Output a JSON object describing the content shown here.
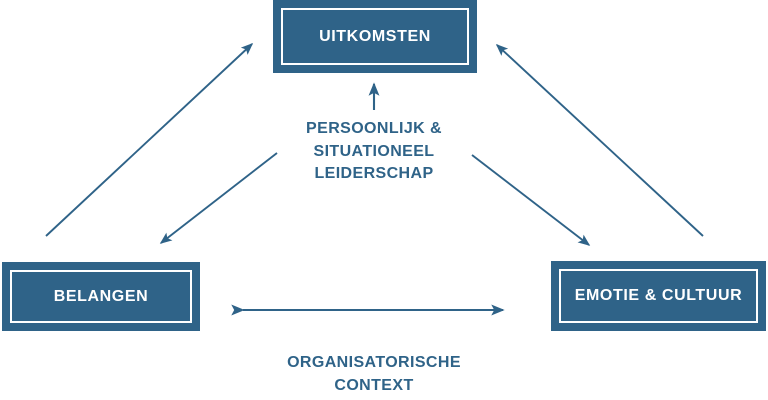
{
  "diagram": {
    "title_text": "",
    "accent_color": "#2f6388",
    "background_color": "#ffffff",
    "nodes": [
      {
        "id": "uitkomsten",
        "label": "UITKOMSTEN",
        "position": "top"
      },
      {
        "id": "belangen",
        "label": "BELANGEN",
        "position": "bottom-left"
      },
      {
        "id": "emotie_cultuur",
        "label": "EMOTIE & CULTUUR",
        "position": "bottom-right"
      }
    ],
    "captions": {
      "center": "PERSOONLIJK &\nSITUATIONEEL\nLEIDERSCHAP",
      "bottom": "ORGANISATORISCHE\nCONTEXT"
    },
    "connectors": [
      {
        "id": "belangen-to-uitkomsten",
        "kind": "single-headed",
        "from": "belangen",
        "to": "uitkomsten"
      },
      {
        "id": "uitkomsten-to-emotie",
        "kind": "single-headed",
        "from": "emotie_cultuur",
        "to": "uitkomsten"
      },
      {
        "id": "leiderschap-to-belangen",
        "kind": "single-headed",
        "from": "center-caption",
        "to": "belangen"
      },
      {
        "id": "leiderschap-to-emotie",
        "kind": "single-headed",
        "from": "center-caption",
        "to": "emotie_cultuur"
      },
      {
        "id": "leiderschap-to-uitkomsten",
        "kind": "single-headed",
        "from": "center-caption",
        "to": "uitkomsten"
      },
      {
        "id": "belangen-to-emotie",
        "kind": "double-headed",
        "from": "belangen",
        "to": "emotie_cultuur"
      }
    ]
  }
}
